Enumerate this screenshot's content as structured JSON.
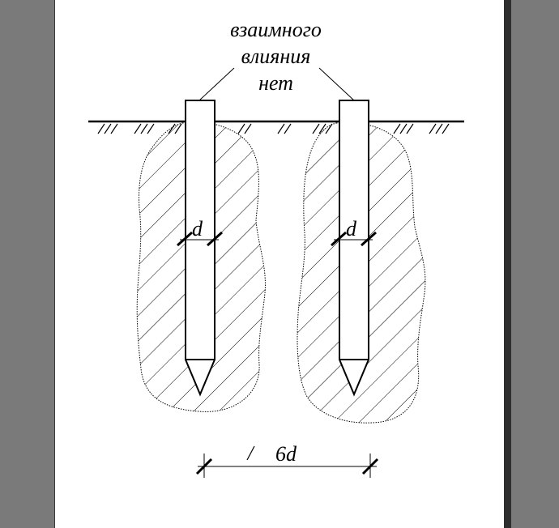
{
  "annotation": {
    "lines": [
      "взаимного",
      "влияния",
      "нет"
    ]
  },
  "pile_left": {
    "diameter_label": "d"
  },
  "pile_right": {
    "diameter_label": "d"
  },
  "spacing": {
    "label": "6d"
  },
  "colors": {
    "background": "#7a7a7a",
    "page": "#ffffff",
    "line": "#000000",
    "hatch": "#000000"
  }
}
